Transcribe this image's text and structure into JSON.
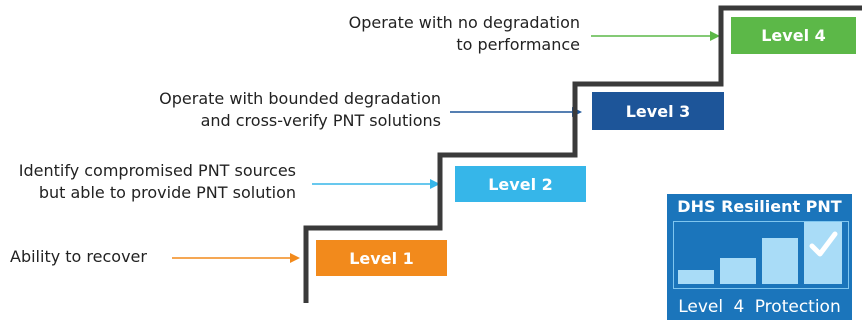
{
  "steps": [
    {
      "label": "Level 1",
      "color": "#f28a1c",
      "description": [
        "Ability to recover"
      ],
      "arrow_color": "#f28a1c"
    },
    {
      "label": "Level 2",
      "color": "#36b6e9",
      "description": [
        "Identify compromised PNT sources",
        "but able to provide PNT solution"
      ],
      "arrow_color": "#36b6e9"
    },
    {
      "label": "Level 3",
      "color": "#1d5599",
      "description": [
        "Operate with bounded degradation",
        "and cross-verify PNT solutions"
      ],
      "arrow_color": "#1d5599"
    },
    {
      "label": "Level 4",
      "color": "#5cb848",
      "description": [
        "Operate with no degradation",
        "to performance"
      ],
      "arrow_color": "#5cb848"
    }
  ],
  "staircase_color": "#3a3a3a",
  "badge": {
    "title": "DHS Resilient PNT",
    "footer": "Level 4 Protection",
    "background": "#1b75bb",
    "bars": 4,
    "highlighted_bar": 4,
    "checkmark_icon": "checkmark-icon"
  }
}
